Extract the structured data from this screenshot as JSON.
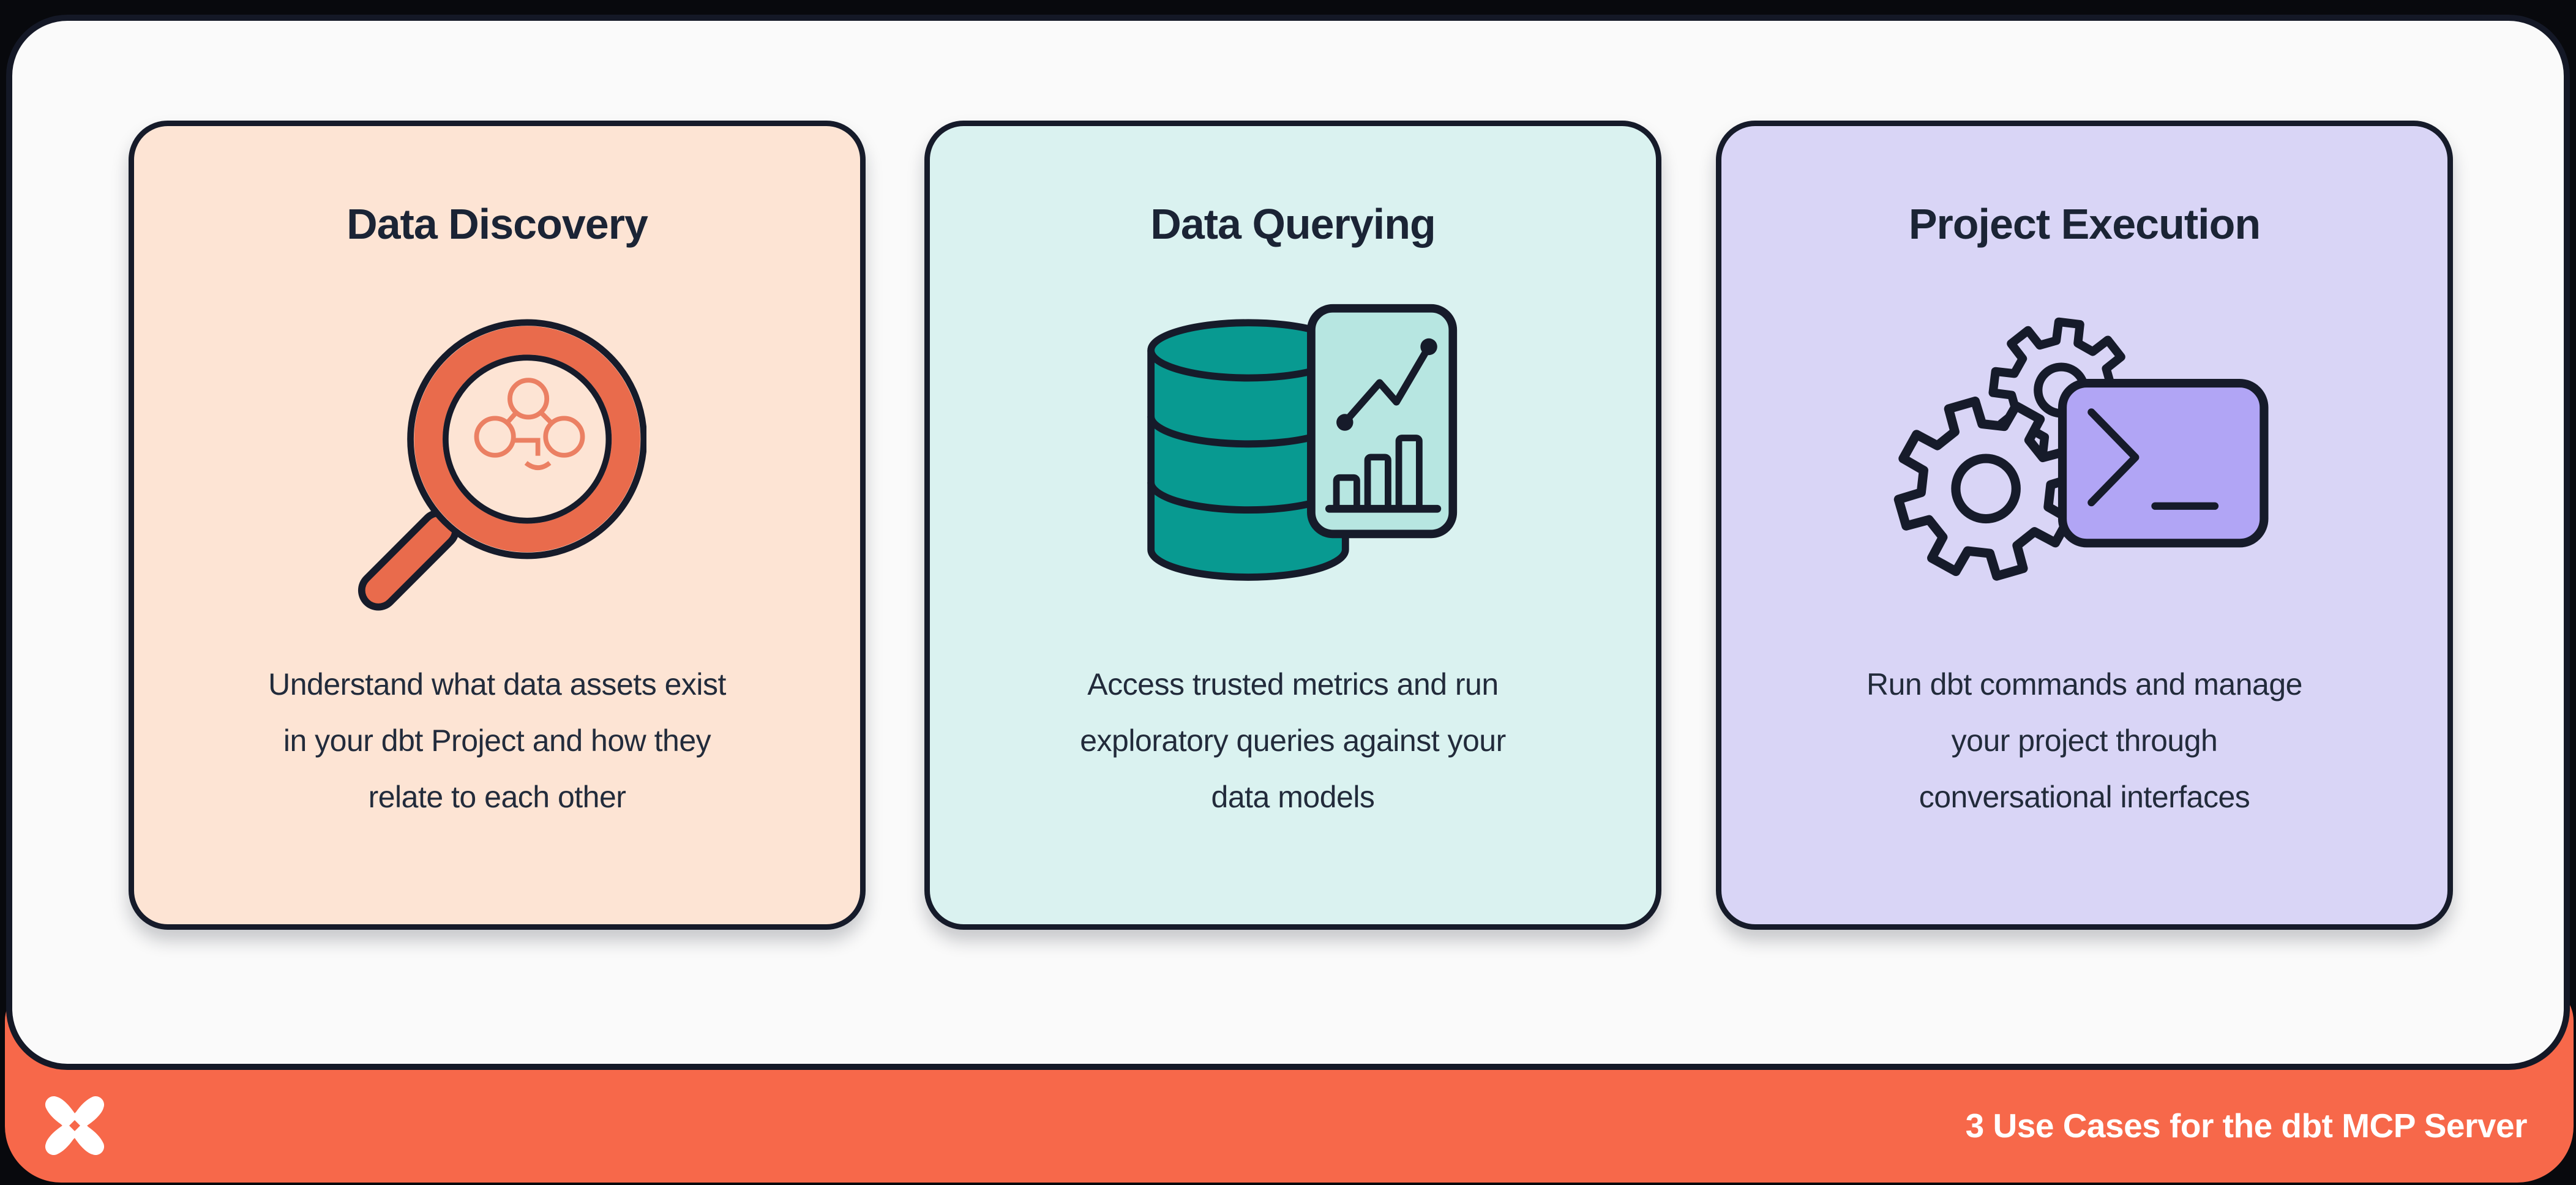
{
  "cards": [
    {
      "title": "Data Discovery",
      "icon": "magnifier-dag-icon",
      "bg": "#fde4d4",
      "body_lines": [
        "Understand what data assets exist",
        "in your dbt Project and how they",
        "relate to each other"
      ]
    },
    {
      "title": "Data Querying",
      "icon": "database-chart-icon",
      "bg": "#daf2f0",
      "body_lines": [
        "Access trusted metrics and run",
        "exploratory queries against your",
        "data models"
      ]
    },
    {
      "title": "Project Execution",
      "icon": "gears-terminal-icon",
      "bg": "#d9d5f6",
      "body_lines": [
        "Run dbt commands and manage",
        "your project through",
        "conversational interfaces"
      ]
    }
  ],
  "footer": {
    "label": "3 Use Cases for the dbt MCP Server",
    "bg": "#f7684a",
    "logo": "dbt-logo"
  },
  "colors": {
    "page_background": "#08090d",
    "canvas_background": "#fafafa",
    "outline_navy": "#161b2a",
    "text_navy": "#1b2435",
    "orange_accent": "#e96b4c",
    "orange_network": "#eb8063",
    "teal_database": "#089a91",
    "teal_panel": "#b7e6e1",
    "purple_terminal": "#b1a5f5",
    "footer_orange": "#f7684a",
    "logo_white": "#ffffff"
  }
}
